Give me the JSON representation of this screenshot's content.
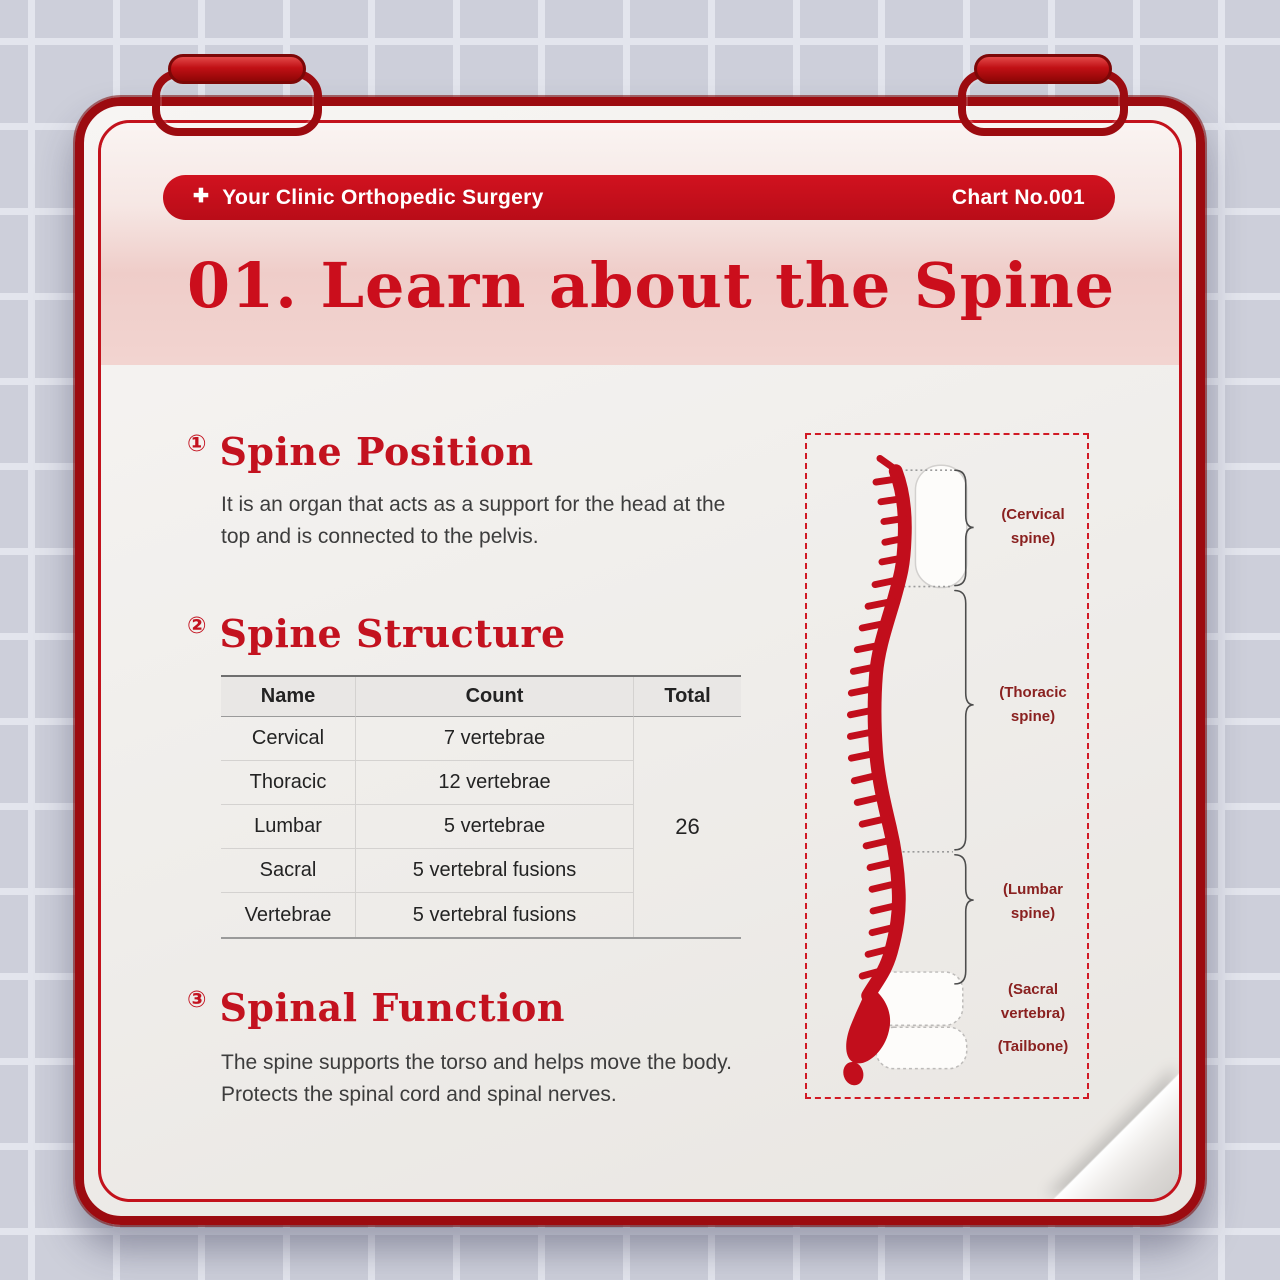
{
  "header": {
    "clinic": "Your Clinic Orthopedic Surgery",
    "chart_no": "Chart No.001",
    "plus_icon": "✚"
  },
  "title": "01. Learn about the Spine",
  "sections": [
    {
      "num": "①",
      "heading": "Spine Position",
      "body": "It is an organ that acts as a support for the head at the top and is connected to the pelvis."
    },
    {
      "num": "②",
      "heading": "Spine Structure"
    },
    {
      "num": "③",
      "heading": "Spinal Function",
      "body": "The spine supports the torso and helps move the body. Protects the spinal cord and spinal nerves."
    }
  ],
  "table": {
    "headers": [
      "Name",
      "Count",
      "Total"
    ],
    "rows": [
      [
        "Cervical",
        "7 vertebrae"
      ],
      [
        "Thoracic",
        "12 vertebrae"
      ],
      [
        "Lumbar",
        "5 vertebrae"
      ],
      [
        "Sacral",
        "5 vertebral fusions"
      ],
      [
        "Vertebrae",
        "5 vertebral fusions"
      ]
    ],
    "total": "26"
  },
  "diagram": {
    "labels": [
      {
        "line1": "(Cervical",
        "line2": "spine)"
      },
      {
        "line1": "(Thoracic",
        "line2": "spine)"
      },
      {
        "line1": "(Lumbar",
        "line2": "spine)"
      },
      {
        "line1": "(Sacral",
        "line2": "vertebra)"
      },
      {
        "line1": "(Tailbone)",
        "line2": ""
      }
    ]
  },
  "colors": {
    "accent_red": "#c50d1c",
    "border_dark_red": "#9c0b10",
    "label_maroon": "#8a2120",
    "band_pink": "#efcdc9"
  }
}
